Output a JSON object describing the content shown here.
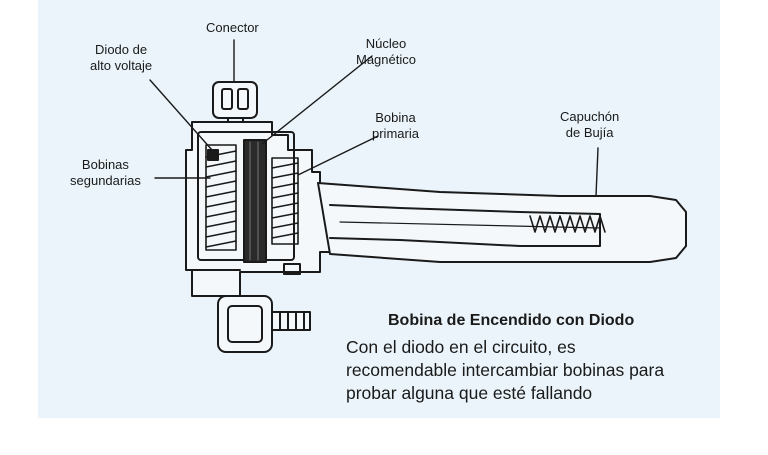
{
  "labels": {
    "conector": "Conector",
    "diodo": "Diodo de\nalto voltaje",
    "nucleo": "Núcleo\nMagnético",
    "bobina_primaria": "Bobina\nprimaria",
    "capuchon": "Capuchón\nde Bujía",
    "bobinas_segundarias": "Bobinas\nsegundarias"
  },
  "caption": {
    "title": "Bobina de Encendido con Diodo",
    "body": "Con el diodo en el circuito, es\nrecomendable intercambiar bobinas para\nprobar alguna que esté fallando"
  },
  "colors": {
    "panel": "#eaf4fa",
    "ink": "#1a1a1a"
  }
}
